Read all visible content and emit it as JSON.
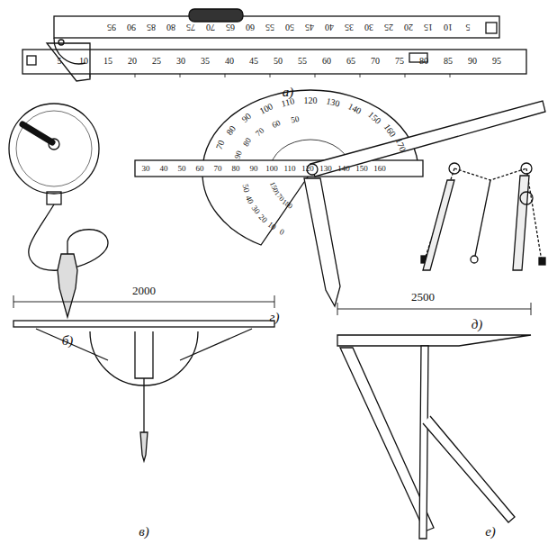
{
  "diagram": {
    "labels": [
      "а)",
      "б)",
      "в)",
      "г)",
      "д)",
      "е)",
      "2000",
      "2500",
      "5",
      "10",
      "15",
      "20",
      "25",
      "30",
      "35",
      "40",
      "45",
      "50",
      "55",
      "60",
      "65",
      "70",
      "75",
      "80",
      "85",
      "90",
      "95",
      "5",
      "10",
      "15",
      "20",
      "25",
      "30",
      "35",
      "40",
      "45",
      "50",
      "55",
      "60",
      "65",
      "70",
      "75",
      "80",
      "85",
      "90",
      "95",
      "70",
      "80",
      "90",
      "100",
      "110",
      "120",
      "130",
      "140",
      "150",
      "160",
      "170",
      "90",
      "80",
      "70",
      "60",
      "50",
      "0",
      "10",
      "20",
      "30",
      "40",
      "50",
      "180",
      "170",
      "150",
      "30",
      "40",
      "50",
      "60",
      "70",
      "80",
      "90",
      "100",
      "110",
      "120",
      "130",
      "140",
      "150",
      "160"
    ]
  }
}
